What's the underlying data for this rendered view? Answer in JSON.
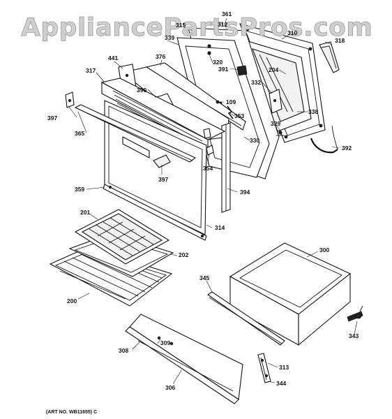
{
  "watermark": "AppliancePartsPros.com",
  "caption": "(ART NO. WB11655) C",
  "callouts": [
    {
      "id": "361",
      "text": "361"
    },
    {
      "id": "315",
      "text": "315"
    },
    {
      "id": "312",
      "text": "312"
    },
    {
      "id": "310",
      "text": "310"
    },
    {
      "id": "318",
      "text": "318"
    },
    {
      "id": "339",
      "text": "339"
    },
    {
      "id": "441",
      "text": "441"
    },
    {
      "id": "376",
      "text": "376"
    },
    {
      "id": "320",
      "text": "320"
    },
    {
      "id": "391",
      "text": "391"
    },
    {
      "id": "204",
      "text": "204"
    },
    {
      "id": "317",
      "text": "317"
    },
    {
      "id": "390",
      "text": "390"
    },
    {
      "id": "332",
      "text": "332"
    },
    {
      "id": "109",
      "text": "109"
    },
    {
      "id": "397a",
      "text": "397"
    },
    {
      "id": "353",
      "text": "353"
    },
    {
      "id": "338",
      "text": "338"
    },
    {
      "id": "365",
      "text": "365"
    },
    {
      "id": "329",
      "text": "329"
    },
    {
      "id": "330",
      "text": "330"
    },
    {
      "id": "392",
      "text": "392"
    },
    {
      "id": "354",
      "text": "354"
    },
    {
      "id": "397b",
      "text": "397"
    },
    {
      "id": "359",
      "text": "359"
    },
    {
      "id": "394",
      "text": "394"
    },
    {
      "id": "201",
      "text": "201"
    },
    {
      "id": "314",
      "text": "314"
    },
    {
      "id": "300",
      "text": "300"
    },
    {
      "id": "202",
      "text": "202"
    },
    {
      "id": "345",
      "text": "345"
    },
    {
      "id": "200",
      "text": "200"
    },
    {
      "id": "343",
      "text": "343"
    },
    {
      "id": "309",
      "text": "309"
    },
    {
      "id": "308",
      "text": "308"
    },
    {
      "id": "313",
      "text": "313"
    },
    {
      "id": "344",
      "text": "344"
    },
    {
      "id": "306",
      "text": "306"
    }
  ]
}
